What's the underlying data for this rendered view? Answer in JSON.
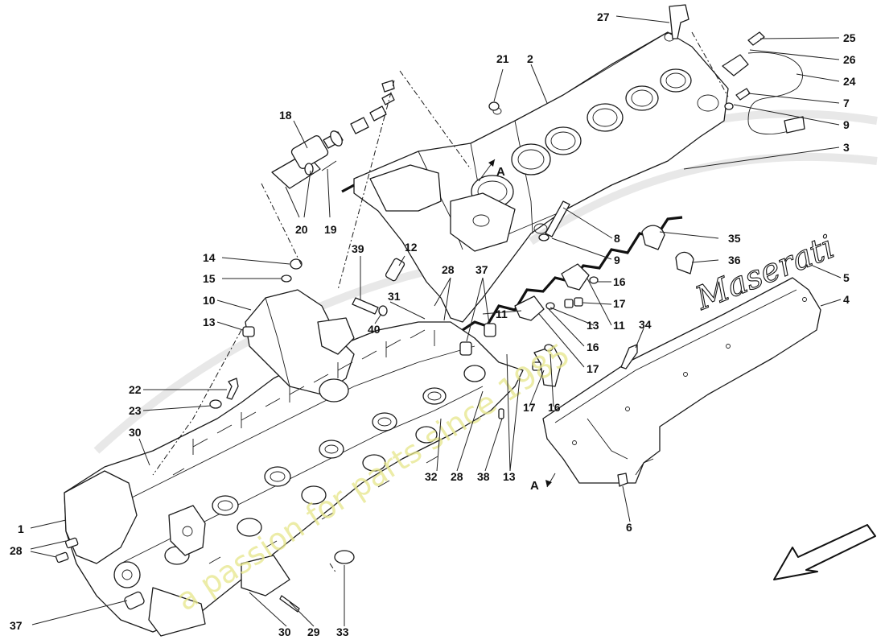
{
  "diagram": {
    "callouts": [
      "1",
      "2",
      "3",
      "4",
      "5",
      "6",
      "7",
      "8",
      "9",
      "9",
      "10",
      "11",
      "11",
      "12",
      "13",
      "13",
      "13",
      "14",
      "15",
      "16",
      "16",
      "16",
      "17",
      "17",
      "17",
      "18",
      "19",
      "20",
      "21",
      "22",
      "23",
      "24",
      "25",
      "26",
      "27",
      "28",
      "28",
      "28",
      "29",
      "30",
      "30",
      "31",
      "32",
      "33",
      "34",
      "35",
      "36",
      "37",
      "37",
      "38",
      "39",
      "40"
    ],
    "view_marker": "A",
    "logo_text": "Maserati",
    "watermark_text": "a passion for parts since 1985"
  },
  "icons": {
    "direction_arrow": "arrow-down-left-icon"
  }
}
